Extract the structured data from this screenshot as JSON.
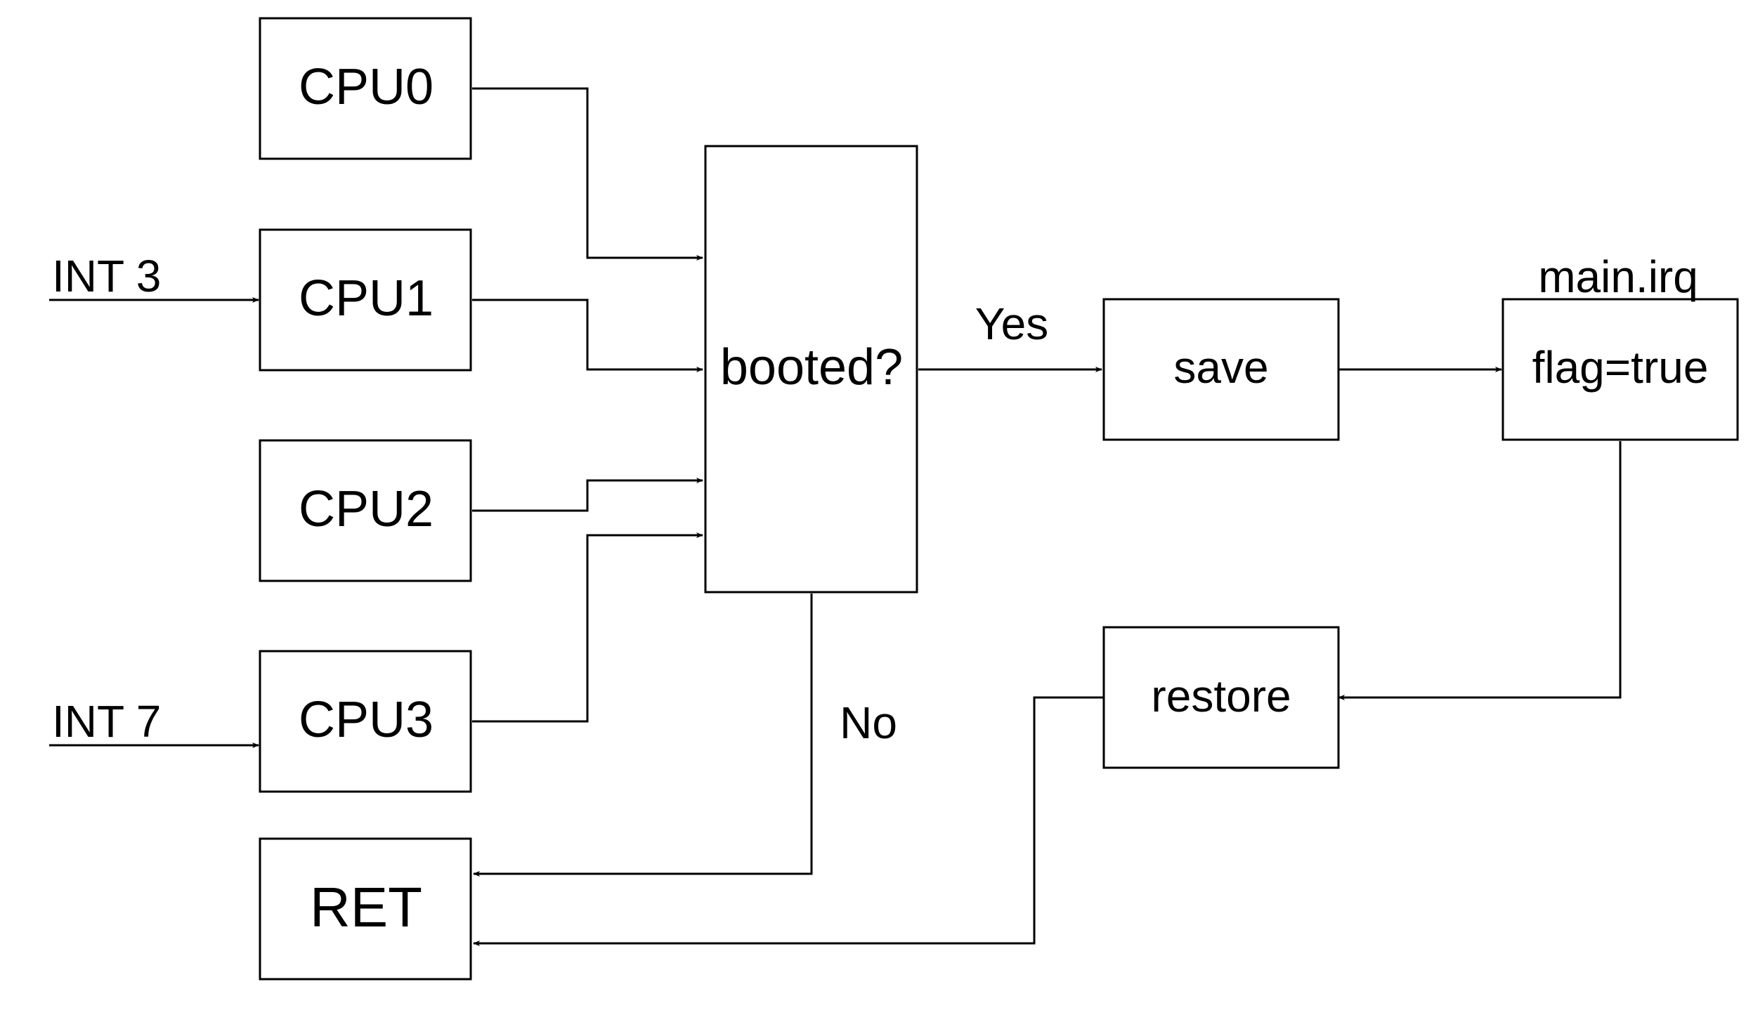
{
  "nodes": {
    "cpu0": "CPU0",
    "cpu1": "CPU1",
    "cpu2": "CPU2",
    "cpu3": "CPU3",
    "ret": "RET",
    "booted": "booted?",
    "save": "save",
    "flag": "flag=true",
    "restore": "restore"
  },
  "labels": {
    "int3": "INT 3",
    "int7": "INT 7",
    "yes": "Yes",
    "no": "No",
    "main_irq": "main.irq"
  },
  "colors": {
    "stroke": "#000000",
    "background": "#ffffff"
  }
}
